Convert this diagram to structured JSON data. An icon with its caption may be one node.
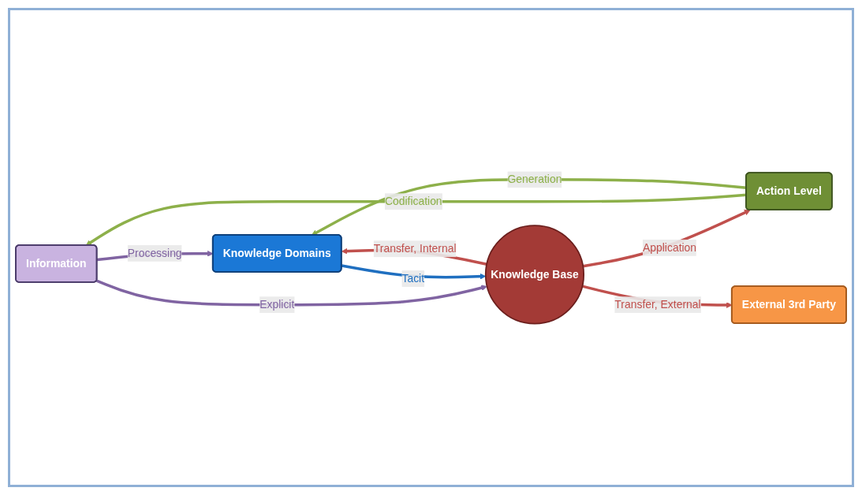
{
  "diagram": {
    "nodes": [
      {
        "text": [
          "Information"
        ]
      },
      {
        "text": [
          "Knowledge Base"
        ]
      },
      {
        "text": [
          "Action Level"
        ]
      },
      {
        "text": [
          "Knowledge Domains"
        ]
      },
      {
        "text": [
          "External 3rd Party"
        ]
      }
    ],
    "edges": [
      {
        "from": 2,
        "to": 0,
        "arrow": "to",
        "label": "Codification",
        "color": "#8db04a"
      },
      {
        "from": 0,
        "to": 3,
        "arrow": "to",
        "label": "Processing",
        "color": "#8064a2"
      },
      {
        "from": 0,
        "to": 1,
        "arrow": "to",
        "label": "Explicit",
        "color": "#8064a2"
      },
      {
        "from": 3,
        "to": 1,
        "arrow": "to",
        "label": "Tacit",
        "color": "#1f6fc0"
      },
      {
        "from": 1,
        "to": 2,
        "arrow": "to",
        "label": "Application",
        "color": "#c0504d"
      },
      {
        "from": 1,
        "to": 3,
        "arrow": "to",
        "label": "Transfer, Internal",
        "color": "#c0504d"
      },
      {
        "from": 1,
        "to": 4,
        "arrow": "to",
        "label": "Transfer, External",
        "color": "#c0504d"
      },
      {
        "from": 2,
        "to": 3,
        "arrow": "to",
        "label": "Generation",
        "color": "#8db04a"
      }
    ]
  }
}
